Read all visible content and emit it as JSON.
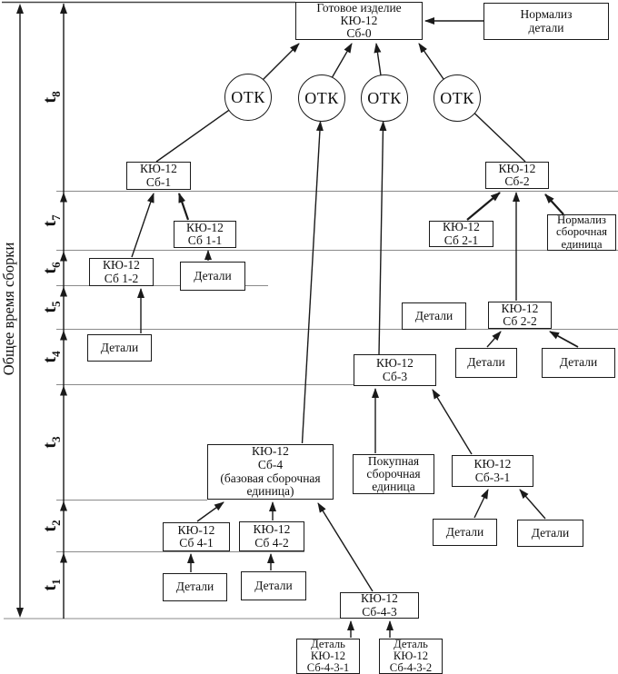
{
  "axis": {
    "label": "Общее время сборки"
  },
  "time_labels": [
    {
      "base": "t",
      "sub": "8"
    },
    {
      "base": "t",
      "sub": "7"
    },
    {
      "base": "t",
      "sub": "6"
    },
    {
      "base": "t",
      "sub": "5"
    },
    {
      "base": "t",
      "sub": "4"
    },
    {
      "base": "t",
      "sub": "3"
    },
    {
      "base": "t",
      "sub": "2"
    },
    {
      "base": "t",
      "sub": "1"
    }
  ],
  "otk": {
    "label": "ОТК"
  },
  "boxes": {
    "sb0": {
      "lines": [
        "Готовое изделие",
        "КЮ-12",
        "Сб-0"
      ]
    },
    "normdet": {
      "lines": [
        "Нормализ",
        "детали"
      ]
    },
    "sb1": {
      "lines": [
        "КЮ-12",
        "Сб-1"
      ]
    },
    "sb2": {
      "lines": [
        "КЮ-12",
        "Сб-2"
      ]
    },
    "sb11": {
      "lines": [
        "КЮ-12",
        "Сб 1-1"
      ]
    },
    "sb21": {
      "lines": [
        "КЮ-12",
        "Сб 2-1"
      ]
    },
    "normsb": {
      "lines": [
        "Нормализ",
        "сборочная",
        "единица"
      ]
    },
    "sb12": {
      "lines": [
        "КЮ-12",
        "Сб 1-2"
      ]
    },
    "det_a": {
      "lines": [
        "Детали"
      ]
    },
    "det_b": {
      "lines": [
        "Детали"
      ]
    },
    "det_c": {
      "lines": [
        "Детали"
      ]
    },
    "sb22": {
      "lines": [
        "КЮ-12",
        "Сб 2-2"
      ]
    },
    "det_d": {
      "lines": [
        "Детали"
      ]
    },
    "det_e": {
      "lines": [
        "Детали"
      ]
    },
    "sb3": {
      "lines": [
        "КЮ-12",
        "Сб-3"
      ]
    },
    "sb4": {
      "lines": [
        "КЮ-12",
        "Сб-4",
        "(базовая сборочная",
        "единица)"
      ]
    },
    "pokup": {
      "lines": [
        "Покупная",
        "сборочная",
        "единица"
      ]
    },
    "sb31": {
      "lines": [
        "КЮ-12",
        "Сб-3-1"
      ]
    },
    "det_f": {
      "lines": [
        "Детали"
      ]
    },
    "det_g": {
      "lines": [
        "Детали"
      ]
    },
    "sb41": {
      "lines": [
        "КЮ-12",
        "Сб 4-1"
      ]
    },
    "sb42": {
      "lines": [
        "КЮ-12",
        "Сб 4-2"
      ]
    },
    "det_h": {
      "lines": [
        "Детали"
      ]
    },
    "det_i": {
      "lines": [
        "Детали"
      ]
    },
    "sb43": {
      "lines": [
        "КЮ-12",
        "Сб-4-3"
      ]
    },
    "det431": {
      "lines": [
        "Деталь",
        "КЮ-12",
        "Сб-4-3-1"
      ]
    },
    "det432": {
      "lines": [
        "Деталь",
        "КЮ-12",
        "Сб-4-3-2"
      ]
    }
  },
  "colors": {
    "ink": "#1a1a1a",
    "grid": "#8a8a8a",
    "bg": "#ffffff"
  }
}
